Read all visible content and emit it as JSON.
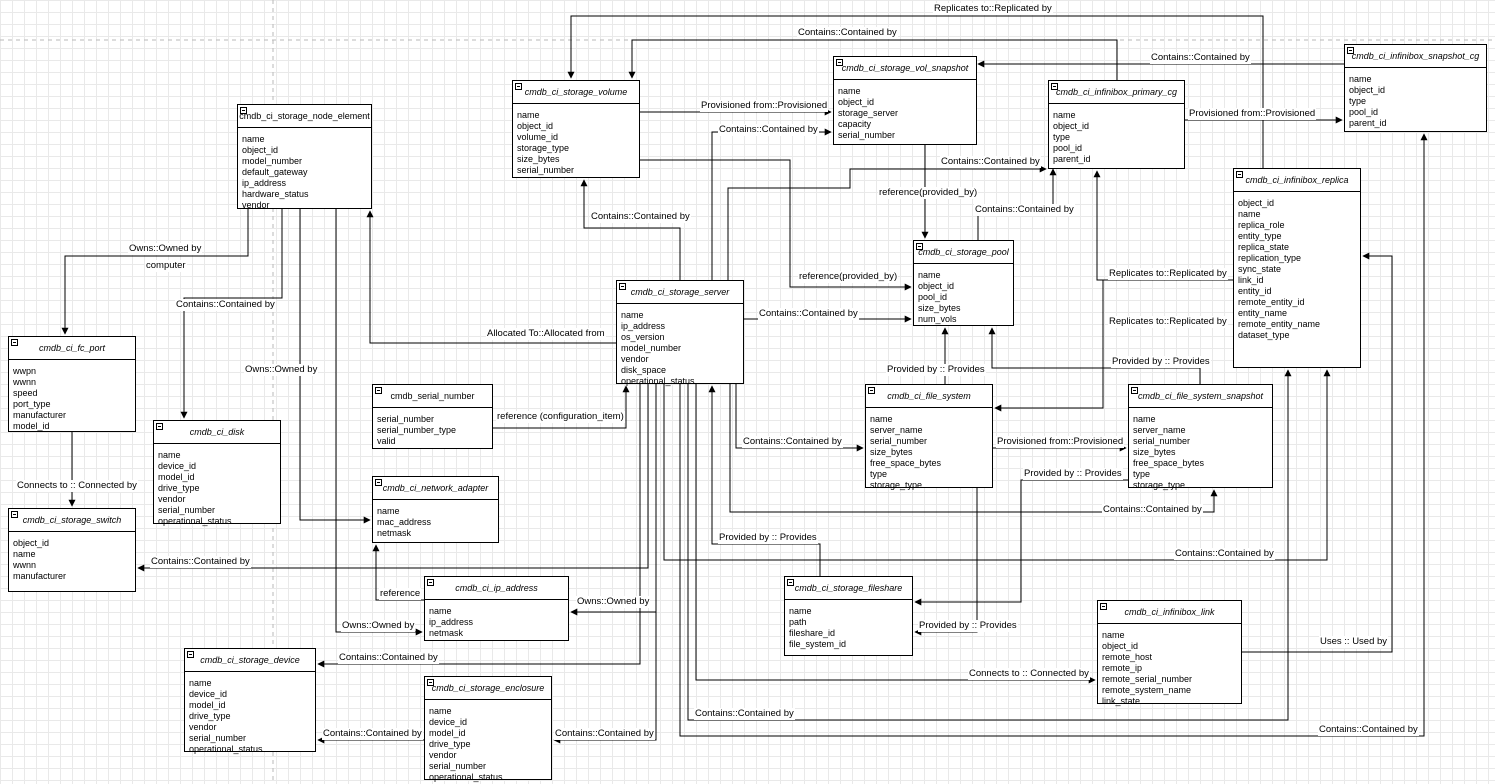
{
  "entities": [
    {
      "id": "storage_node_element",
      "name": "cmdb_ci_storage_node_element",
      "italic": false,
      "attrs": [
        "name",
        "object_id",
        "model_number",
        "default_gateway",
        "ip_address",
        "hardware_status",
        "vendor"
      ]
    },
    {
      "id": "storage_volume",
      "name": "cmdb_ci_storage_volume",
      "italic": true,
      "attrs": [
        "name",
        "object_id",
        "volume_id",
        "storage_type",
        "size_bytes",
        "serial_number"
      ]
    },
    {
      "id": "storage_vol_snapshot",
      "name": "cmdb_ci_storage_vol_snapshot",
      "italic": true,
      "attrs": [
        "name",
        "object_id",
        "storage_server",
        "capacity",
        "serial_number"
      ]
    },
    {
      "id": "infinibox_primary_cg",
      "name": "cmdb_ci_infinibox_primary_cg",
      "italic": true,
      "attrs": [
        "name",
        "object_id",
        "type",
        "pool_id",
        "parent_id"
      ]
    },
    {
      "id": "infinibox_snapshot_cg",
      "name": "cmdb_ci_infinibox_snapshot_cg",
      "italic": true,
      "attrs": [
        "name",
        "object_id",
        "type",
        "pool_id",
        "parent_id"
      ]
    },
    {
      "id": "infinibox_replica",
      "name": "cmdb_ci_infinibox_replica",
      "italic": true,
      "attrs": [
        "object_id",
        "name",
        "replica_role",
        "entity_type",
        "replica_state",
        "replication_type",
        "sync_state",
        "link_id",
        "entity_id",
        "remote_entity_id",
        "entity_name",
        "remote_entity_name",
        "dataset_type"
      ]
    },
    {
      "id": "storage_pool",
      "name": "cmdb_ci_storage_pool",
      "italic": true,
      "attrs": [
        "name",
        "object_id",
        "pool_id",
        "size_bytes",
        "num_vols"
      ]
    },
    {
      "id": "storage_server",
      "name": "cmdb_ci_storage_server",
      "italic": true,
      "attrs": [
        "name",
        "ip_address",
        "os_version",
        "model_number",
        "vendor",
        "disk_space",
        "operational_status"
      ]
    },
    {
      "id": "fc_port",
      "name": "cmdb_ci_fc_port",
      "italic": true,
      "attrs": [
        "wwpn",
        "wwnn",
        "speed",
        "port_type",
        "manufacturer",
        "model_id"
      ]
    },
    {
      "id": "disk",
      "name": "cmdb_ci_disk",
      "italic": true,
      "attrs": [
        "name",
        "device_id",
        "model_id",
        "drive_type",
        "vendor",
        "serial_number",
        "operational_status"
      ]
    },
    {
      "id": "serial_number",
      "name": "cmdb_serial_number",
      "italic": false,
      "attrs": [
        "serial_number",
        "serial_number_type",
        "valid"
      ]
    },
    {
      "id": "network_adapter",
      "name": "cmdb_ci_network_adapter",
      "italic": true,
      "attrs": [
        "name",
        "mac_address",
        "netmask"
      ]
    },
    {
      "id": "storage_switch",
      "name": "cmdb_ci_storage_switch",
      "italic": true,
      "attrs": [
        "object_id",
        "name",
        "wwnn",
        "manufacturer"
      ]
    },
    {
      "id": "ip_address",
      "name": "cmdb_ci_ip_address",
      "italic": true,
      "attrs": [
        "name",
        "ip_address",
        "netmask"
      ]
    },
    {
      "id": "file_system",
      "name": "cmdb_ci_file_system",
      "italic": true,
      "attrs": [
        "name",
        "server_name",
        "serial_number",
        "size_bytes",
        "free_space_bytes",
        "type",
        "storage_type"
      ]
    },
    {
      "id": "file_system_snapshot",
      "name": "cmdb_ci_file_system_snapshot",
      "italic": true,
      "attrs": [
        "name",
        "server_name",
        "serial_number",
        "size_bytes",
        "free_space_bytes",
        "type",
        "storage_type"
      ]
    },
    {
      "id": "storage_fileshare",
      "name": "cmdb_ci_storage_fileshare",
      "italic": true,
      "attrs": [
        "name",
        "path",
        "fileshare_id",
        "file_system_id"
      ]
    },
    {
      "id": "infinibox_link",
      "name": "cmdb_ci_infinibox_link",
      "italic": true,
      "attrs": [
        "name",
        "object_id",
        "remote_host",
        "remote_ip",
        "remote_serial_number",
        "remote_system_name",
        "link_state"
      ]
    },
    {
      "id": "storage_device",
      "name": "cmdb_ci_storage_device",
      "italic": true,
      "attrs": [
        "name",
        "device_id",
        "model_id",
        "drive_type",
        "vendor",
        "serial_number",
        "operational_status"
      ]
    },
    {
      "id": "storage_enclosure",
      "name": "cmdb_ci_storage_enclosure",
      "italic": true,
      "attrs": [
        "name",
        "device_id",
        "model_id",
        "drive_type",
        "vendor",
        "serial_number",
        "operational_status"
      ]
    }
  ],
  "relationships": [
    {
      "id": "r_replicates_top",
      "label": "Replicates to::Replicated by"
    },
    {
      "id": "r_contains_vol_top",
      "label": "Contains::Contained by"
    },
    {
      "id": "r_contains_snapcg",
      "label": "Contains::Contained by"
    },
    {
      "id": "r_prov_vol_snap",
      "label": "Provisioned from::Provisioned"
    },
    {
      "id": "r_prov_cg",
      "label": "Provisioned from::Provisioned"
    },
    {
      "id": "r_contains_server_snap",
      "label": "Contains::Contained by"
    },
    {
      "id": "r_contains_server_cg",
      "label": "Contains::Contained by"
    },
    {
      "id": "r_ref_snap_pool",
      "label": "reference(provided_by)"
    },
    {
      "id": "r_contains_pool_cg",
      "label": "Contains::Contained by"
    },
    {
      "id": "r_contains_server_vol",
      "label": "Contains::Contained by"
    },
    {
      "id": "r_ref_vol_pool",
      "label": "reference(provided_by)"
    },
    {
      "id": "r_owns_fc",
      "label": "Owns::Owned by"
    },
    {
      "id": "r_computer",
      "label": "computer"
    },
    {
      "id": "r_contains_disk",
      "label": "Contains::Contained by"
    },
    {
      "id": "r_replicates_cg",
      "label": "Replicates to::Replicated by"
    },
    {
      "id": "r_contains_server_pool",
      "label": "Contains::Contained by"
    },
    {
      "id": "r_replicates_fs",
      "label": "Replicates to::Replicated by"
    },
    {
      "id": "r_allocated",
      "label": "Allocated To::Allocated from"
    },
    {
      "id": "r_owns_net",
      "label": "Owns::Owned by"
    },
    {
      "id": "r_provides_fs_pool",
      "label": "Provided by :: Provides"
    },
    {
      "id": "r_provides_fss_pool",
      "label": "Provided by :: Provides"
    },
    {
      "id": "r_ref_config",
      "label": "reference (configuration_item)"
    },
    {
      "id": "r_contains_server_fs",
      "label": "Contains::Contained by"
    },
    {
      "id": "r_prov_fs_snap",
      "label": "Provisioned from::Provisioned"
    },
    {
      "id": "r_provides_share_fss",
      "label": "Provided by :: Provides"
    },
    {
      "id": "r_connects_switch",
      "label": "Connects to :: Connected by"
    },
    {
      "id": "r_contains_server_fss",
      "label": "Contains::Contained by"
    },
    {
      "id": "r_provides_share_server",
      "label": "Provided by :: Provides"
    },
    {
      "id": "r_contains_server_replica",
      "label": "Contains::Contained by"
    },
    {
      "id": "r_contains_switch",
      "label": "Contains::Contained by"
    },
    {
      "id": "r_reference_ip",
      "label": "reference"
    },
    {
      "id": "r_owns_ip",
      "label": "Owns::Owned by"
    },
    {
      "id": "r_owns_ip2",
      "label": "Owns::Owned by"
    },
    {
      "id": "r_provides_fs_share",
      "label": "Provided by :: Provides"
    },
    {
      "id": "r_uses",
      "label": "Uses :: Used by"
    },
    {
      "id": "r_contains_device",
      "label": "Contains::Contained by"
    },
    {
      "id": "r_connects_link",
      "label": "Connects to :: Connected by"
    },
    {
      "id": "r_contains_enc_dev",
      "label": "Contains::Contained by"
    },
    {
      "id": "r_contains_enc",
      "label": "Contains::Contained by"
    },
    {
      "id": "r_contains_server_replica2",
      "label": "Contains::Contained by"
    },
    {
      "id": "r_contains_server_snapcg",
      "label": "Contains::Contained by"
    }
  ]
}
